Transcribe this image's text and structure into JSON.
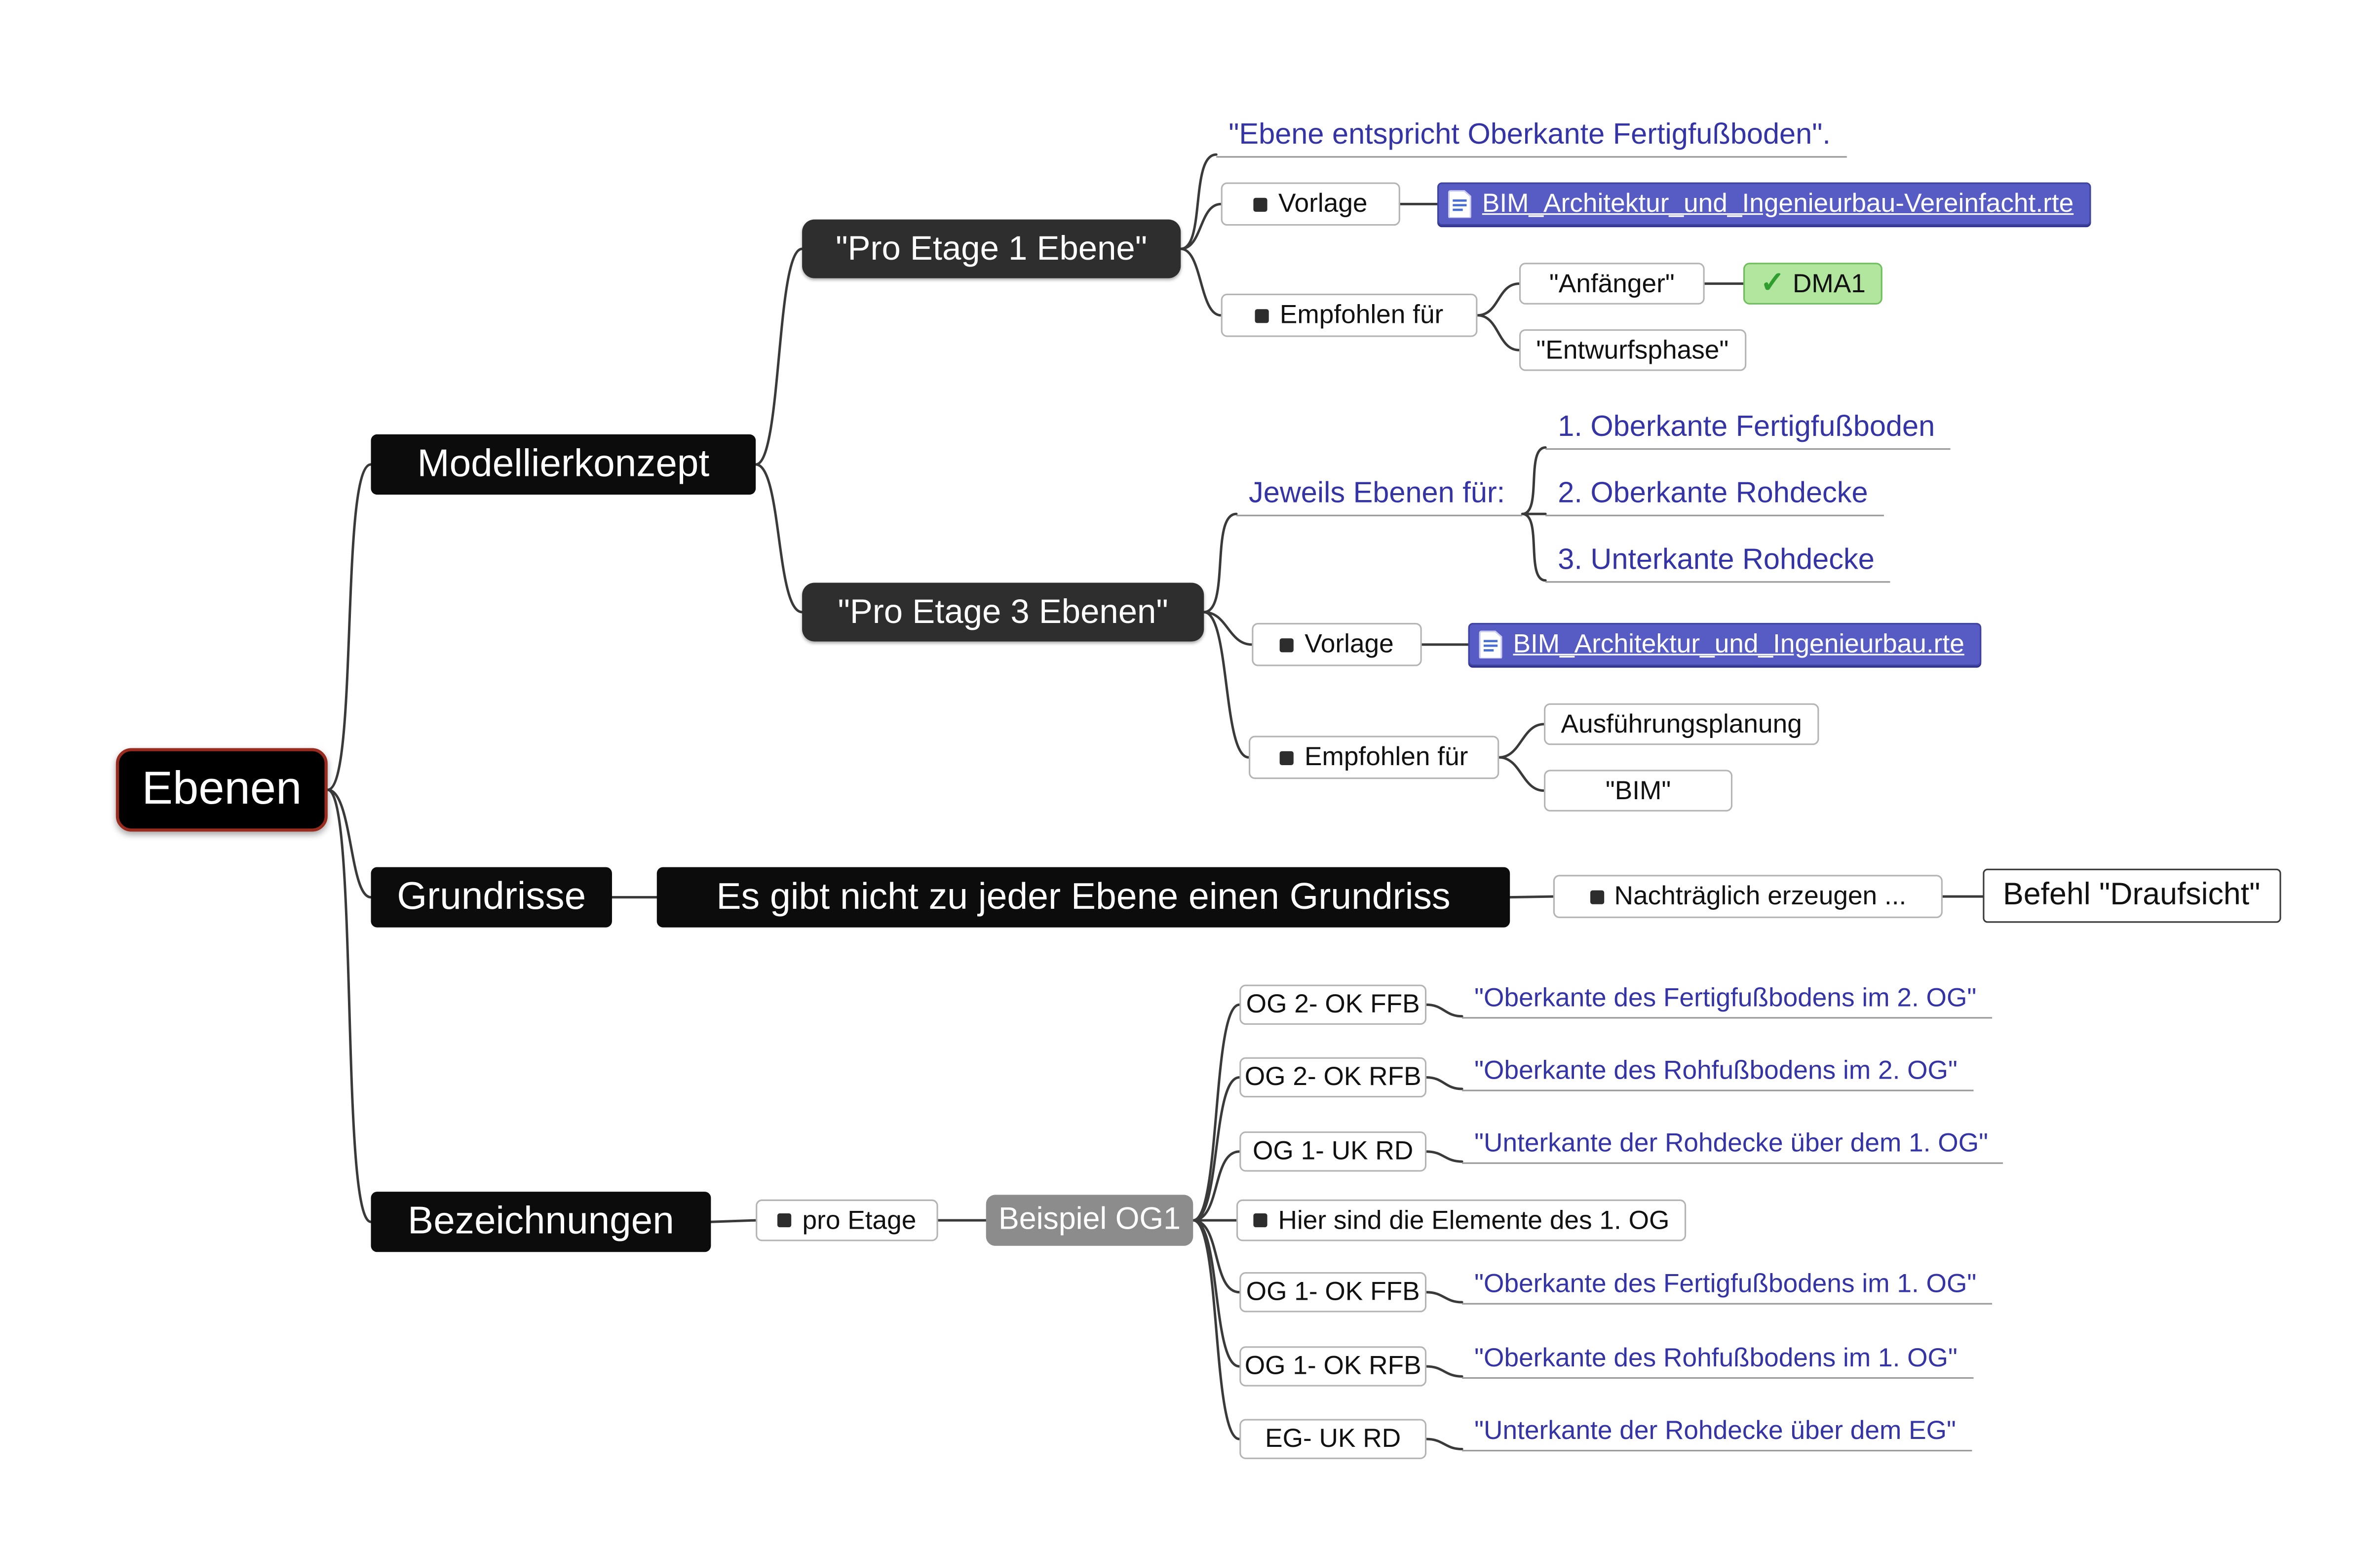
{
  "root": {
    "label": "Ebenen"
  },
  "branches": {
    "modellierkonzept": {
      "label": "Modellierkonzept",
      "pro_etage_1": {
        "label": "\"Pro Etage 1 Ebene\"",
        "note": "\"Ebene entspricht Oberkante Fertigfußboden\".",
        "vorlage": {
          "label": "Vorlage",
          "file": "BIM_Architektur_und_Ingenieurbau-Vereinfacht.rte"
        },
        "empfohlen": {
          "label": "Empfohlen für",
          "anfaenger": "\"Anfänger\"",
          "badge": "DMA1",
          "entwurfsphase": "\"Entwurfsphase\""
        }
      },
      "pro_etage_3": {
        "label": "\"Pro Etage 3 Ebenen\"",
        "jeweils": {
          "label": "Jeweils Ebenen für:",
          "items": [
            "1. Oberkante Fertigfußboden",
            "2. Oberkante Rohdecke",
            "3. Unterkante Rohdecke"
          ]
        },
        "vorlage": {
          "label": "Vorlage",
          "file": "BIM_Architektur_und_Ingenieurbau.rte"
        },
        "empfohlen": {
          "label": "Empfohlen für",
          "ausfuehrung": "Ausführungsplanung",
          "bim": "\"BIM\""
        }
      }
    },
    "grundrisse": {
      "label": "Grundrisse",
      "statement": "Es gibt nicht zu jeder Ebene einen Grundriss",
      "nachtraeglich": "Nachträglich erzeugen ...",
      "befehl": "Befehl \"Draufsicht\""
    },
    "bezeichnungen": {
      "label": "Bezeichnungen",
      "pro_etage": "pro Etage",
      "beispiel": "Beispiel OG1",
      "hier_note": "Hier sind die Elemente des 1. OG",
      "levels": [
        {
          "code": "OG 2- OK FFB",
          "desc": "\"Oberkante des Fertigfußbodens im 2. OG\""
        },
        {
          "code": "OG 2- OK RFB",
          "desc": "\"Oberkante des Rohfußbodens im 2. OG\""
        },
        {
          "code": "OG 1- UK RD",
          "desc": "\"Unterkante der Rohdecke über dem 1. OG\""
        },
        {
          "code": "OG 1- OK FFB",
          "desc": "\"Oberkante des Fertigfußbodens im 1. OG\""
        },
        {
          "code": "OG 1- OK RFB",
          "desc": "\"Oberkante des Rohfußbodens im 1. OG\""
        },
        {
          "code": "EG- UK RD",
          "desc": "\"Unterkante der Rohdecke über dem EG\""
        }
      ]
    }
  },
  "icons": {
    "check": "✓"
  },
  "colors": {
    "link_blue": "#3434a6",
    "file_node_bg": "#575cc4",
    "badge_green": "#b2e59d",
    "node_black": "#0c0c0c",
    "root_outline_red": "#9a2b1f"
  }
}
